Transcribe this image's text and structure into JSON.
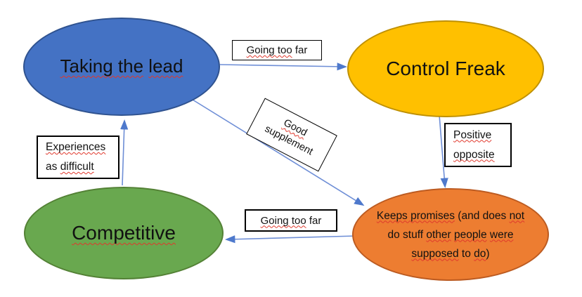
{
  "diagram": {
    "background": "#FFFFFF",
    "colors": {
      "arrow_line": "#6E8ED6",
      "arrow_head": "#4E79CC",
      "squiggle": "#E0382C",
      "box_border": "#000000",
      "text": "#111111",
      "blue_fill": "#4472C4",
      "blue_border": "#2F528F",
      "yellow_fill": "#FFC000",
      "yellow_border": "#BF9000",
      "green_fill": "#69A84F",
      "green_border": "#538135",
      "orange_fill": "#ED7D31",
      "orange_border": "#BC5B21"
    },
    "nodes": {
      "taking_the_lead": {
        "label": "Taking the lead",
        "segments": [
          {
            "t": "Taking the",
            "u": true
          },
          {
            "t": " ",
            "u": false
          },
          {
            "t": "lead",
            "u": true
          }
        ]
      },
      "control_freak": {
        "label": "Control Freak",
        "segments": [
          {
            "t": "Control Freak",
            "u": false
          }
        ]
      },
      "competitive": {
        "label": "Competitive",
        "segments": [
          {
            "t": "Competitive",
            "u": true
          }
        ]
      },
      "keeps_promises": {
        "label": "Keeps promises (and does not do stuff other people were supposed to do)",
        "lines": [
          [
            {
              "t": "Keeps promises",
              "u": true
            },
            {
              "t": " (and does ",
              "u": false
            },
            {
              "t": "not",
              "u": true
            }
          ],
          [
            {
              "t": "do stuff ",
              "u": false
            },
            {
              "t": "other",
              "u": true
            },
            {
              "t": " ",
              "u": false
            },
            {
              "t": "people",
              "u": true
            },
            {
              "t": " ",
              "u": false
            },
            {
              "t": "were",
              "u": true
            }
          ],
          [
            {
              "t": "supposed",
              "u": true
            },
            {
              "t": " to ",
              "u": false
            },
            {
              "t": "do",
              "u": true
            },
            {
              "t": ")",
              "u": false
            }
          ]
        ]
      }
    },
    "labels": {
      "going_too_far_top": {
        "label": "Going too far",
        "segments": [
          {
            "t": "Going too",
            "u": true
          },
          {
            "t": " far",
            "u": false
          }
        ]
      },
      "positive_opposite": {
        "label": "Positive opposite",
        "lines": [
          [
            {
              "t": "Positive",
              "u": true
            }
          ],
          [
            {
              "t": "opposite",
              "u": true
            }
          ]
        ]
      },
      "experiences_as_difficult": {
        "label": "Experiences as difficult",
        "lines": [
          [
            {
              "t": "Experiences",
              "u": true
            }
          ],
          [
            {
              "t": "as ",
              "u": false
            },
            {
              "t": "difficult",
              "u": true
            }
          ]
        ]
      },
      "good_supplement": {
        "label": "Good supplement",
        "lines": [
          [
            {
              "t": "Good",
              "u": true
            }
          ],
          [
            {
              "t": "supplement",
              "u": false
            }
          ]
        ]
      },
      "going_too_far_bottom": {
        "label": "Going too far",
        "segments": [
          {
            "t": "Going too",
            "u": true
          },
          {
            "t": " far",
            "u": false
          }
        ]
      }
    },
    "connectors": [
      {
        "from": "taking_the_lead",
        "to": "control_freak",
        "label": "Going too far"
      },
      {
        "from": "control_freak",
        "to": "keeps_promises",
        "label": "Positive opposite"
      },
      {
        "from": "taking_the_lead",
        "to": "keeps_promises",
        "label": "Good supplement"
      },
      {
        "from": "keeps_promises",
        "to": "competitive",
        "label": "Going too far"
      },
      {
        "from": "competitive",
        "to": "taking_the_lead",
        "label": "Experiences as difficult"
      }
    ]
  }
}
